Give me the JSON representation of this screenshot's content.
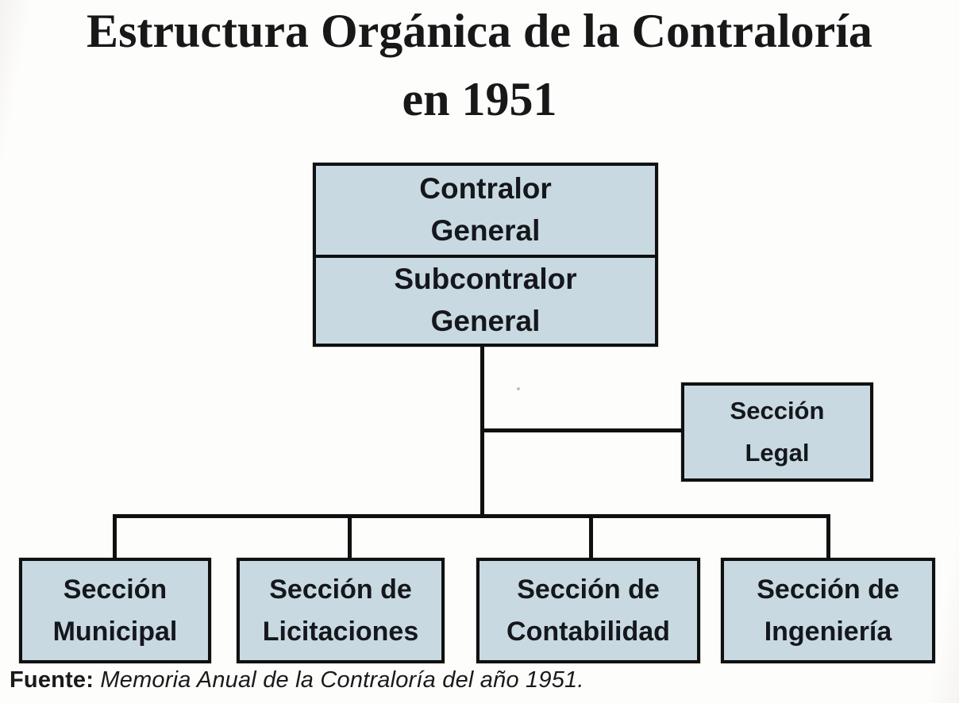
{
  "page": {
    "title_line1": "Estructura Orgánica de la Contraloría",
    "title_line2": "en 1951",
    "footer_label": "Fuente:",
    "footer_source": "Memoria Anual de la Contraloría del año 1951."
  },
  "org": {
    "root_top": "Contralor\nGeneral",
    "root_bottom": "Subcontralor\nGeneral",
    "staff_unit": "Sección\nLegal",
    "children": [
      {
        "label": "Sección\nMunicipal"
      },
      {
        "label": "Sección de\nLicitaciones"
      },
      {
        "label": "Sección de\nContabilidad"
      },
      {
        "label": "Sección de\nIngeniería"
      }
    ]
  },
  "colors": {
    "page_bg": "#fdfdfc",
    "box_fill": "#c9d9e1",
    "box_border": "#101010",
    "line": "#101010",
    "box_text": "#14171c",
    "title_text": "#181818",
    "footer_text": "#1a1a1a"
  }
}
